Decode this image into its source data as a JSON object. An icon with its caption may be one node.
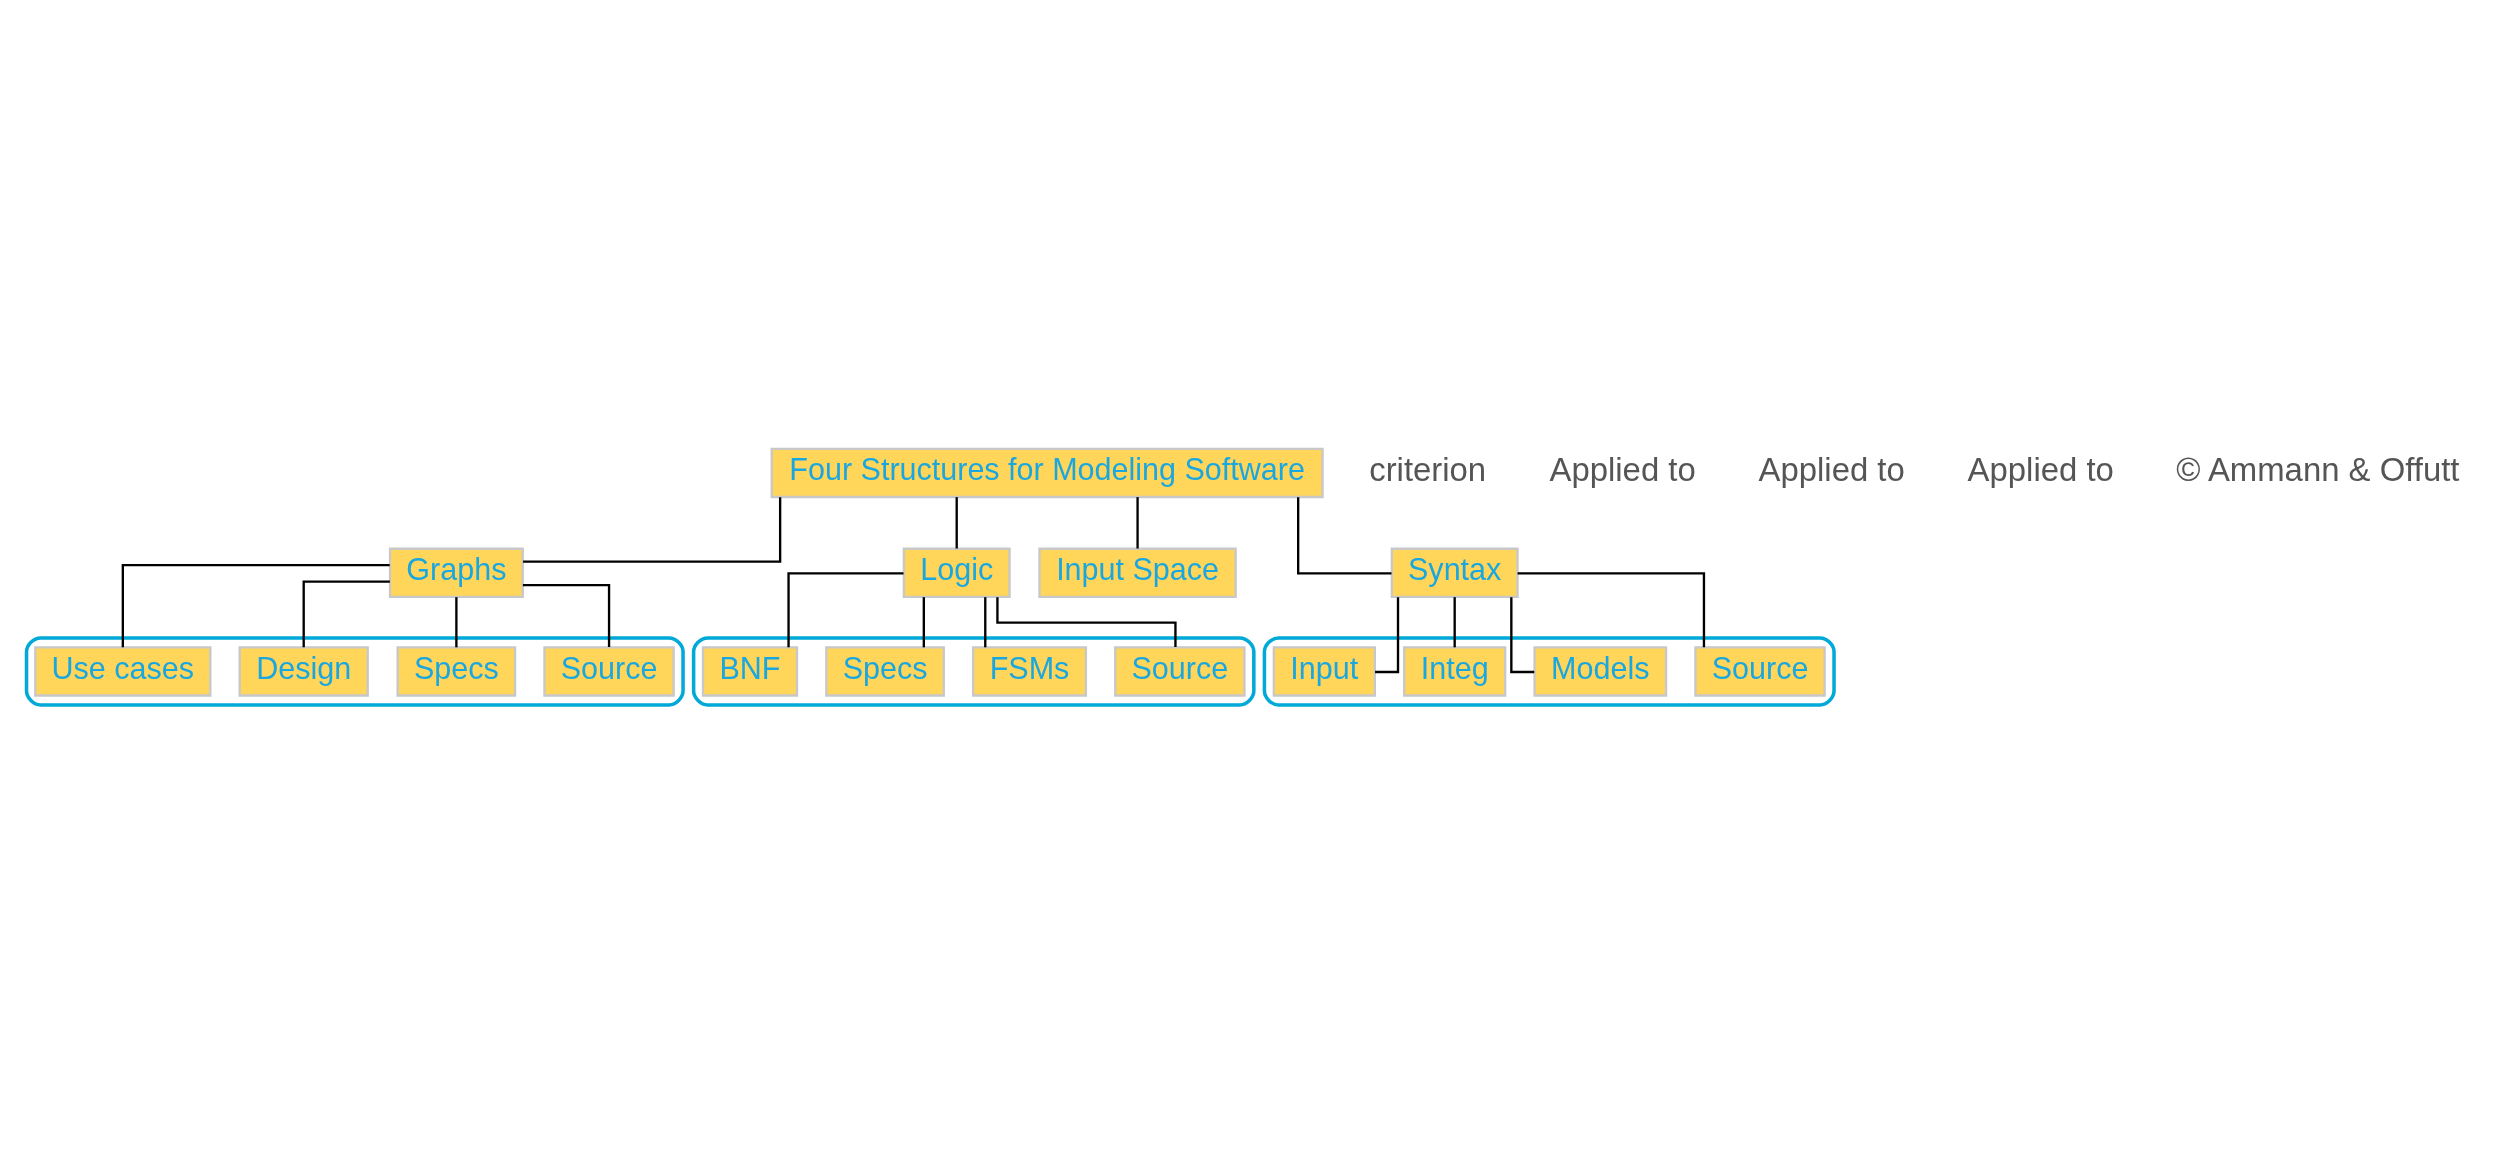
{
  "diagram": {
    "nodes": [
      {
        "text": [
          "Four Structures for Modeling Software"
        ]
      },
      {
        "text": [
          "Graphs"
        ]
      },
      {
        "text": [
          "Logic"
        ]
      },
      {
        "text": [
          "Input Space"
        ]
      },
      {
        "text": [
          "Syntax"
        ]
      },
      {
        "text": [],
        "shape": "box"
      },
      {
        "text": [
          "Source"
        ],
        "in": 5
      },
      {
        "text": [
          "FSMs"
        ],
        "in": 5
      },
      {
        "text": [
          "Specs"
        ],
        "in": 5
      },
      {
        "text": [
          "BNF"
        ],
        "in": 5
      },
      {
        "text": [],
        "shape": "box"
      },
      {
        "text": [
          "Source"
        ],
        "in": 10
      },
      {
        "text": [
          "Specs"
        ],
        "in": 10
      },
      {
        "text": [
          "Design"
        ],
        "in": 10
      },
      {
        "text": [
          "Use cases"
        ],
        "in": 10
      },
      {
        "text": [],
        "shape": "box"
      },
      {
        "text": [
          "Source"
        ],
        "in": 15
      },
      {
        "text": [
          "Models"
        ],
        "in": 15
      },
      {
        "text": [
          "Integ"
        ],
        "in": 15
      },
      {
        "text": [
          "Input"
        ],
        "in": 15
      }
    ],
    "edges": [
      {
        "from": 0,
        "to": 1,
        "arrow": "none"
      },
      {
        "from": 0,
        "to": 2,
        "arrow": "none"
      },
      {
        "from": 0,
        "to": 3,
        "arrow": "none"
      },
      {
        "from": 0,
        "to": 4,
        "arrow": "none"
      },
      {
        "from": 2,
        "to": 6,
        "arrow": "none"
      },
      {
        "from": 2,
        "to": 8,
        "arrow": "none"
      },
      {
        "from": 2,
        "to": 7,
        "arrow": "none"
      },
      {
        "from": 2,
        "to": 9,
        "arrow": "none"
      },
      {
        "from": 1,
        "to": 11,
        "arrow": "none"
      },
      {
        "from": 1,
        "to": 12,
        "arrow": "none"
      },
      {
        "from": 1,
        "to": 13,
        "arrow": "none"
      },
      {
        "from": 1,
        "to": 14,
        "arrow": "none"
      },
      {
        "from": 4,
        "to": 16,
        "arrow": "none"
      },
      {
        "from": 4,
        "to": 17,
        "arrow": "none"
      },
      {
        "from": 4,
        "to": 18,
        "arrow": "none"
      },
      {
        "from": 4,
        "to": 19,
        "arrow": "none"
      }
    ],
    "labels": [
      "criterion",
      "Applied to",
      "Applied to",
      "Applied to",
      "© Ammann & Offutt"
    ]
  }
}
